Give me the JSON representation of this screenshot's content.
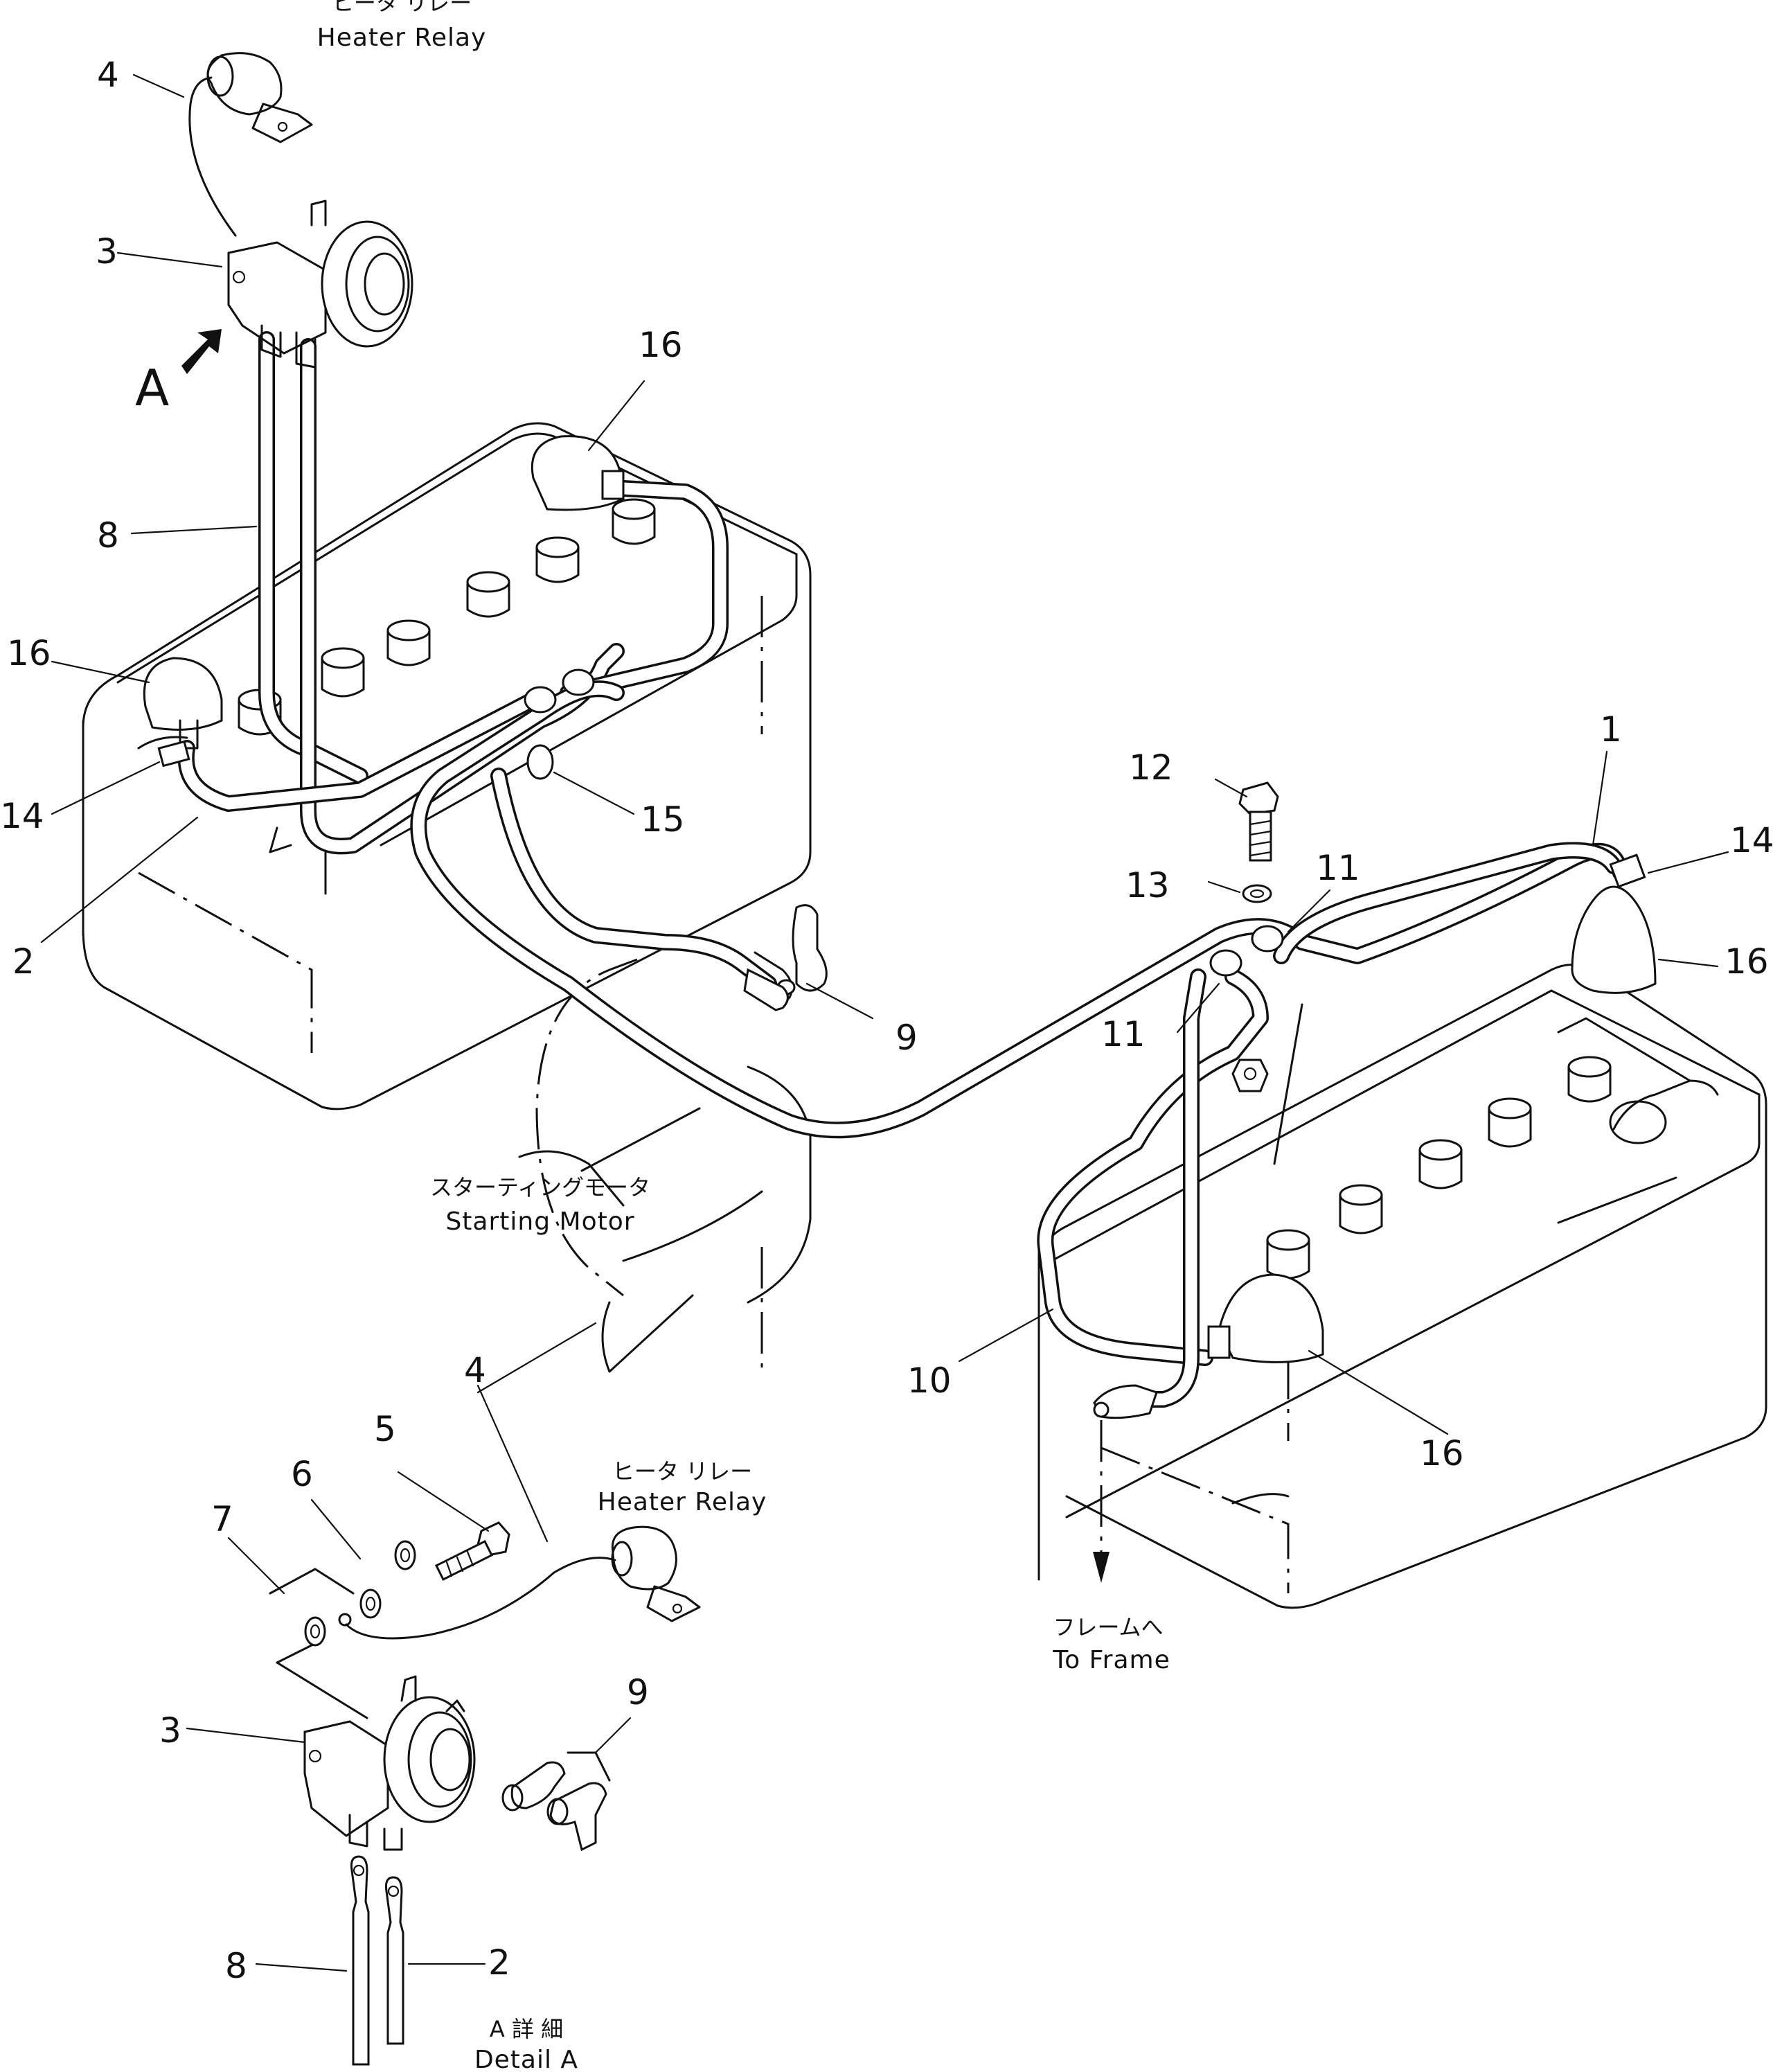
{
  "labels": {
    "top_heater_jp": "ヒータ リレー",
    "top_heater_en": "Heater Relay",
    "detail_heater_jp": "ヒータ リレー",
    "detail_heater_en": "Heater Relay",
    "starting_motor_jp": "スターティングモータ",
    "starting_motor_en": "Starting Motor",
    "to_frame_jp": "フレームへ",
    "to_frame_en": "To Frame",
    "detail_a_jp": "A 詳 細",
    "detail_a_en": "Detail A",
    "view_arrow": "A"
  },
  "callouts": {
    "c1": "1",
    "c2_top": "2",
    "c2_detail": "2",
    "c3_top": "3",
    "c3_detail": "3",
    "c4_top": "4",
    "c4_detail": "4",
    "c5": "5",
    "c6": "6",
    "c7": "7",
    "c8_top": "8",
    "c8_detail": "8",
    "c9_top": "9",
    "c9_detail": "9",
    "c10": "10",
    "c11_a": "11",
    "c11_b": "11",
    "c12": "12",
    "c13": "13",
    "c14_left": "14",
    "c14_right": "14",
    "c15": "15",
    "c16_top": "16",
    "c16_left": "16",
    "c16_right": "16",
    "c16_bottom": "16"
  }
}
